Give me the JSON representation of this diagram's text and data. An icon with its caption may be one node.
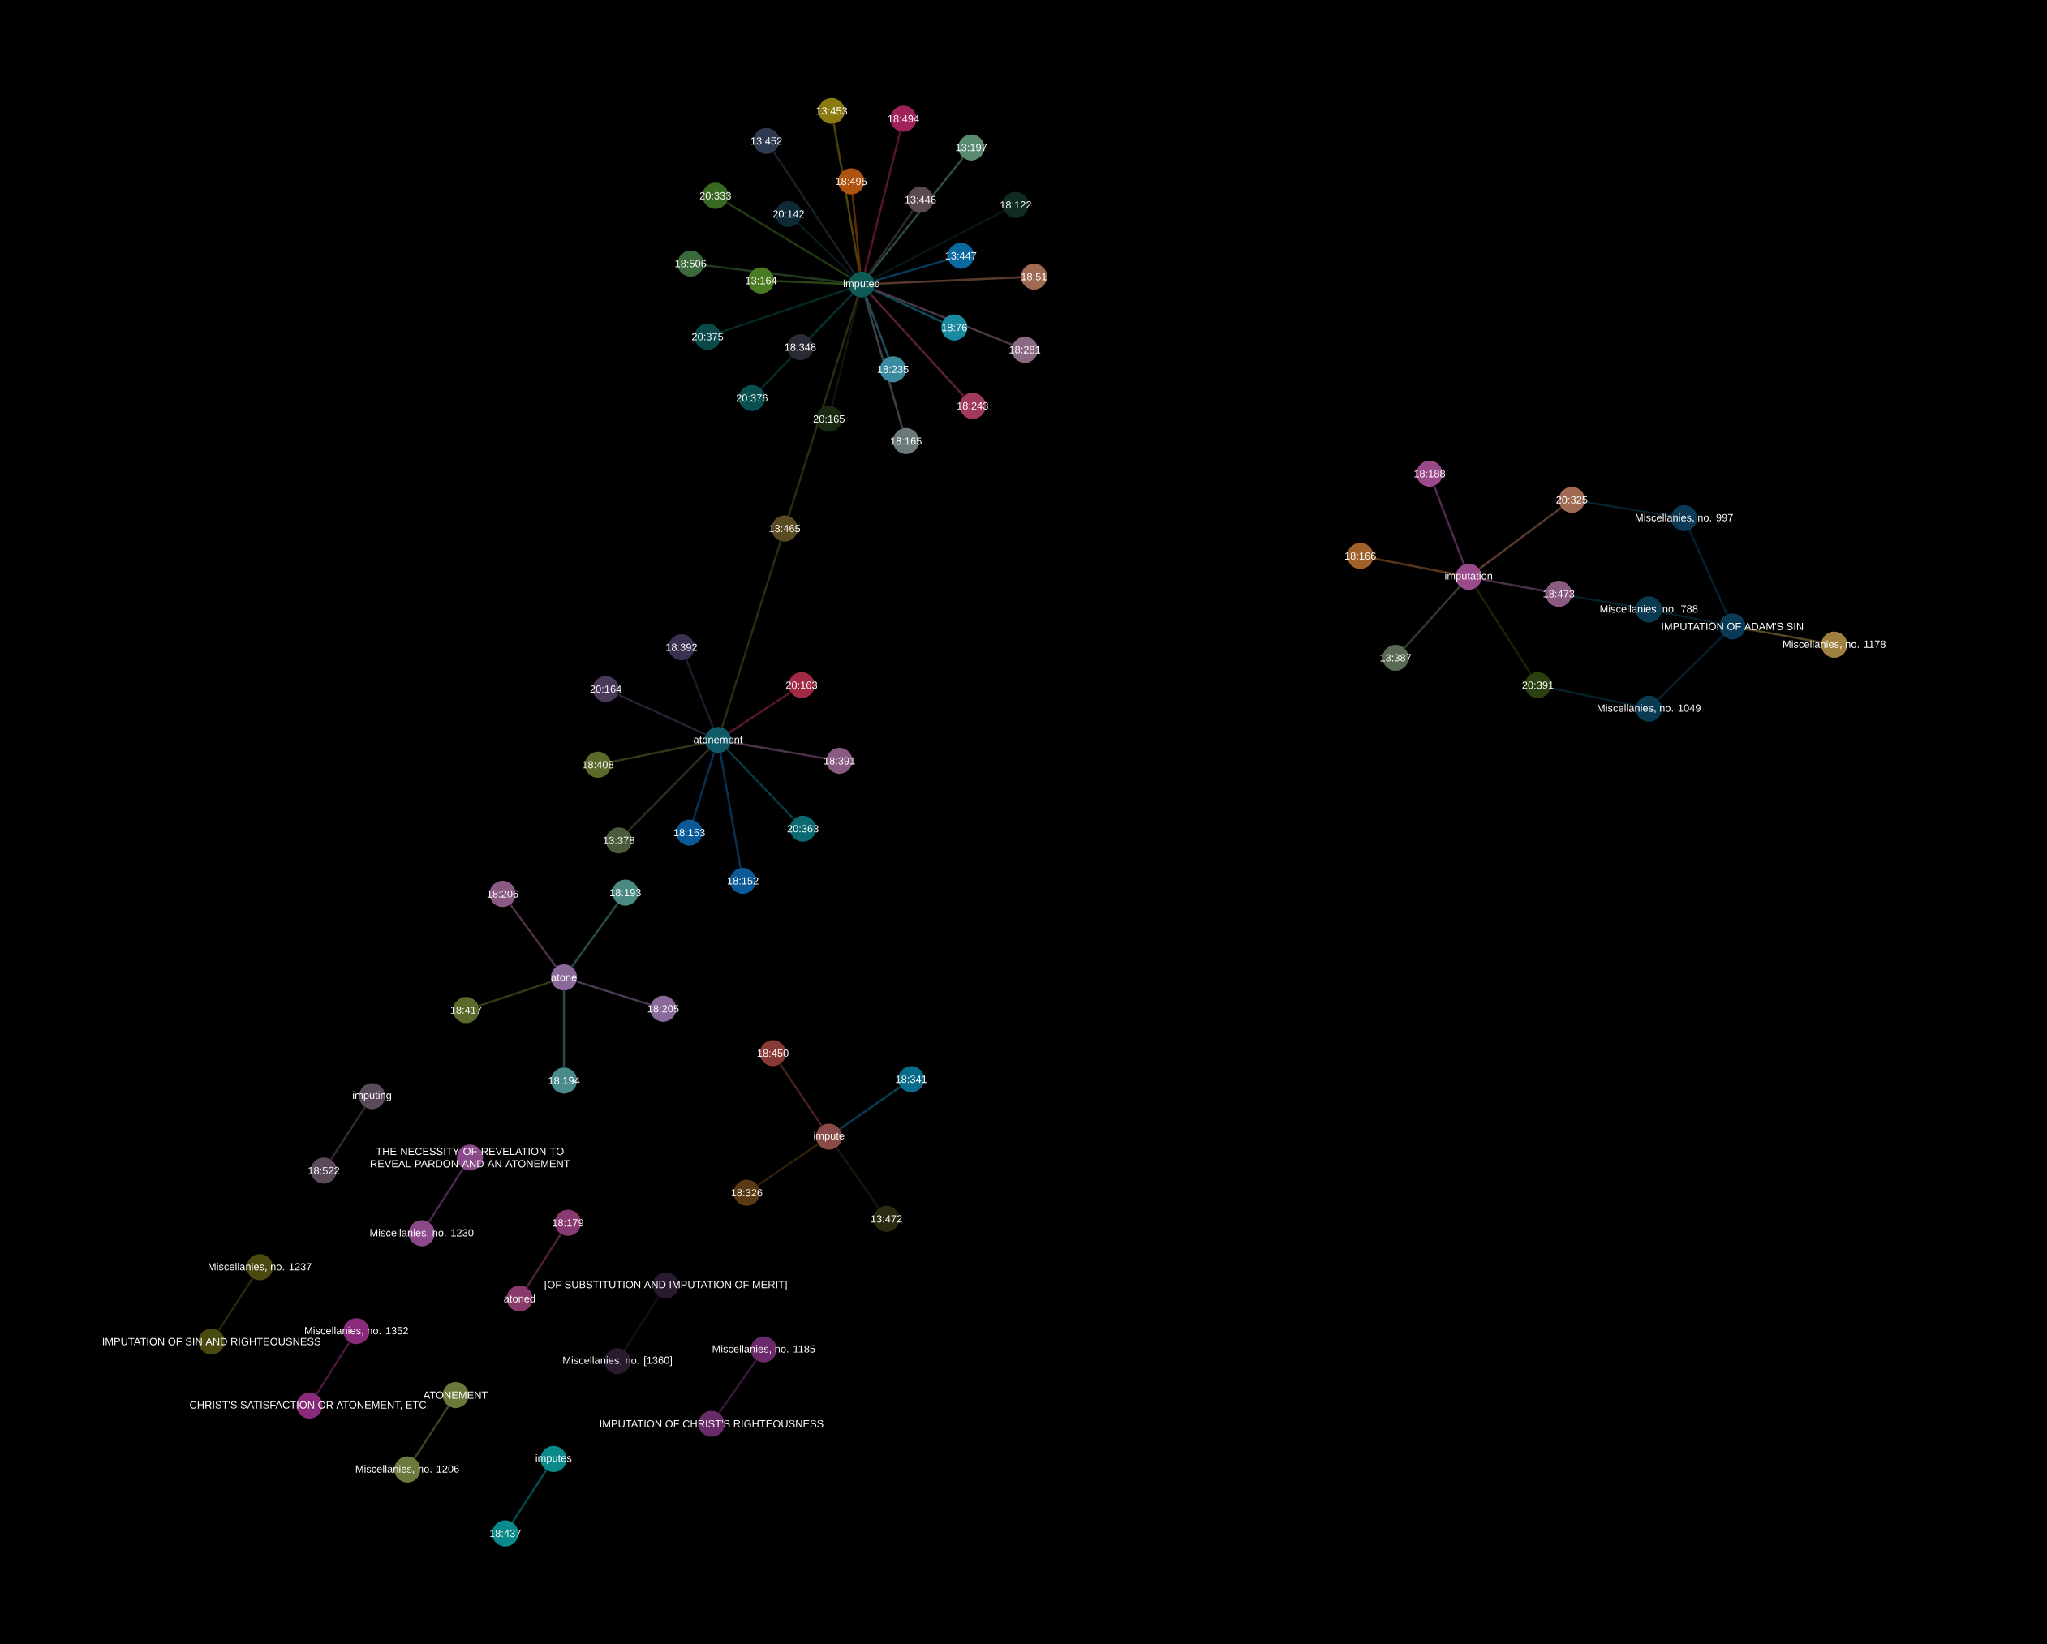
{
  "diagram": {
    "nodes": [
      {
        "text": [
          "imputed"
        ]
      },
      {
        "text": [
          "13:453"
        ]
      },
      {
        "text": [
          "18:494"
        ]
      },
      {
        "text": [
          "13:452"
        ]
      },
      {
        "text": [
          "13:197"
        ]
      },
      {
        "text": [
          "18:495"
        ]
      },
      {
        "text": [
          "20:333"
        ]
      },
      {
        "text": [
          "13:446"
        ]
      },
      {
        "text": [
          "20:142"
        ]
      },
      {
        "text": [
          "18:122"
        ]
      },
      {
        "text": [
          "18:506"
        ]
      },
      {
        "text": [
          "13:164"
        ]
      },
      {
        "text": [
          "13:447"
        ]
      },
      {
        "text": [
          "18:51"
        ]
      },
      {
        "text": [
          "20:375"
        ]
      },
      {
        "text": [
          "18:348"
        ]
      },
      {
        "text": [
          "18:76"
        ]
      },
      {
        "text": [
          "18:281"
        ]
      },
      {
        "text": [
          "18:235"
        ]
      },
      {
        "text": [
          "20:376"
        ]
      },
      {
        "text": [
          "18:243"
        ]
      },
      {
        "text": [
          "20:165"
        ]
      },
      {
        "text": [
          "18:165"
        ]
      },
      {
        "text": [
          "13:465"
        ]
      },
      {
        "text": [
          "atonement"
        ]
      },
      {
        "text": [
          "18:392"
        ]
      },
      {
        "text": [
          "20:164"
        ]
      },
      {
        "text": [
          "20:163"
        ]
      },
      {
        "text": [
          "18:408"
        ]
      },
      {
        "text": [
          "18:391"
        ]
      },
      {
        "text": [
          "13:378"
        ]
      },
      {
        "text": [
          "18:153"
        ]
      },
      {
        "text": [
          "20:363"
        ]
      },
      {
        "text": [
          "18:152"
        ]
      },
      {
        "text": [
          "18:206"
        ]
      },
      {
        "text": [
          "18:193"
        ]
      },
      {
        "text": [
          "atone"
        ]
      },
      {
        "text": [
          "18:417"
        ]
      },
      {
        "text": [
          "18:205"
        ]
      },
      {
        "text": [
          "18:194"
        ]
      },
      {
        "text": [
          "18:450"
        ]
      },
      {
        "text": [
          "18:341"
        ]
      },
      {
        "text": [
          "impute"
        ]
      },
      {
        "text": [
          "18:326"
        ]
      },
      {
        "text": [
          "13:472"
        ]
      },
      {
        "text": [
          "18:188"
        ]
      },
      {
        "text": [
          "20:325"
        ]
      },
      {
        "text": [
          "Miscellanies, no. 997"
        ]
      },
      {
        "text": [
          "18:166"
        ]
      },
      {
        "text": [
          "imputation"
        ]
      },
      {
        "text": [
          "18:473"
        ]
      },
      {
        "text": [
          "Miscellanies, no. 788"
        ]
      },
      {
        "text": [
          "IMPUTATION OF ADAM'S SIN"
        ]
      },
      {
        "text": [
          "Miscellanies, no. 1178"
        ]
      },
      {
        "text": [
          "13:387"
        ]
      },
      {
        "text": [
          "20:391"
        ]
      },
      {
        "text": [
          "Miscellanies, no. 1049"
        ]
      },
      {
        "text": [
          "imputing"
        ]
      },
      {
        "text": [
          "18:522"
        ]
      },
      {
        "text": [
          "THE NECESSITY OF REVELATION TO REVEAL PARDON AND AN ATONEMENT"
        ]
      },
      {
        "text": [
          "Miscellanies, no. 1230"
        ]
      },
      {
        "text": [
          "18:179"
        ]
      },
      {
        "text": [
          "atoned"
        ]
      },
      {
        "text": [
          "[OF SUBSTITUTION AND IMPUTATION OF MERIT]"
        ]
      },
      {
        "text": [
          "Miscellanies, no. [1360]"
        ]
      },
      {
        "text": [
          "Miscellanies, no. 1237"
        ]
      },
      {
        "text": [
          "IMPUTATION OF SIN AND RIGHTEOUSNESS"
        ]
      },
      {
        "text": [
          "Miscellanies, no. 1352"
        ]
      },
      {
        "text": [
          "Miscellanies, no. 1185"
        ]
      },
      {
        "text": [
          "CHRIST'S SATISFACTION OR ATONEMENT, ETC."
        ]
      },
      {
        "text": [
          "ATONEMENT"
        ]
      },
      {
        "text": [
          "IMPUTATION OF CHRIST'S RIGHTEOUSNESS"
        ]
      },
      {
        "text": [
          "Miscellanies, no. 1206"
        ]
      },
      {
        "text": [
          "imputes"
        ]
      },
      {
        "text": [
          "18:437"
        ]
      }
    ],
    "edges": [
      {
        "from": 0,
        "to": 1,
        "arrow": "none"
      },
      {
        "from": 0,
        "to": 2,
        "arrow": "none"
      },
      {
        "from": 0,
        "to": 3,
        "arrow": "none"
      },
      {
        "from": 0,
        "to": 4,
        "arrow": "none"
      },
      {
        "from": 0,
        "to": 5,
        "arrow": "none",
        "color": "#612d09"
      },
      {
        "from": 0,
        "to": 6,
        "arrow": "none"
      },
      {
        "from": 0,
        "to": 7,
        "arrow": "none"
      },
      {
        "from": 0,
        "to": 8,
        "arrow": "none"
      },
      {
        "from": 0,
        "to": 9,
        "arrow": "none"
      },
      {
        "from": 0,
        "to": 10,
        "arrow": "none"
      },
      {
        "from": 0,
        "to": 11,
        "arrow": "none"
      },
      {
        "from": 0,
        "to": 12,
        "arrow": "none"
      },
      {
        "from": 0,
        "to": 13,
        "arrow": "none"
      },
      {
        "from": 0,
        "to": 14,
        "arrow": "none"
      },
      {
        "from": 0,
        "to": 15,
        "arrow": "none"
      },
      {
        "from": 0,
        "to": 16,
        "arrow": "none"
      },
      {
        "from": 0,
        "to": 17,
        "arrow": "none"
      },
      {
        "from": 0,
        "to": 18,
        "arrow": "none"
      },
      {
        "from": 0,
        "to": 19,
        "arrow": "none"
      },
      {
        "from": 0,
        "to": 20,
        "arrow": "none"
      },
      {
        "from": 0,
        "to": 21,
        "arrow": "none"
      },
      {
        "from": 0,
        "to": 22,
        "arrow": "none"
      },
      {
        "from": 0,
        "to": 23,
        "arrow": "none"
      },
      {
        "from": 24,
        "to": 23,
        "arrow": "none"
      },
      {
        "from": 24,
        "to": 25,
        "arrow": "none"
      },
      {
        "from": 24,
        "to": 26,
        "arrow": "none"
      },
      {
        "from": 24,
        "to": 27,
        "arrow": "none"
      },
      {
        "from": 24,
        "to": 28,
        "arrow": "none"
      },
      {
        "from": 24,
        "to": 29,
        "arrow": "none"
      },
      {
        "from": 24,
        "to": 30,
        "arrow": "none"
      },
      {
        "from": 24,
        "to": 31,
        "arrow": "none"
      },
      {
        "from": 24,
        "to": 32,
        "arrow": "none"
      },
      {
        "from": 24,
        "to": 33,
        "arrow": "none"
      },
      {
        "from": 36,
        "to": 34,
        "arrow": "none"
      },
      {
        "from": 36,
        "to": 35,
        "arrow": "none"
      },
      {
        "from": 36,
        "to": 37,
        "arrow": "none"
      },
      {
        "from": 36,
        "to": 38,
        "arrow": "none"
      },
      {
        "from": 36,
        "to": 39,
        "arrow": "none"
      },
      {
        "from": 42,
        "to": 40,
        "arrow": "none"
      },
      {
        "from": 42,
        "to": 41,
        "arrow": "none"
      },
      {
        "from": 42,
        "to": 43,
        "arrow": "none"
      },
      {
        "from": 42,
        "to": 44,
        "arrow": "none"
      },
      {
        "from": 49,
        "to": 45,
        "arrow": "none"
      },
      {
        "from": 49,
        "to": 46,
        "arrow": "none"
      },
      {
        "from": 49,
        "to": 48,
        "arrow": "none"
      },
      {
        "from": 49,
        "to": 50,
        "arrow": "none"
      },
      {
        "from": 49,
        "to": 54,
        "arrow": "none"
      },
      {
        "from": 49,
        "to": 55,
        "arrow": "none"
      },
      {
        "from": 46,
        "to": 47,
        "arrow": "none"
      },
      {
        "from": 50,
        "to": 51,
        "arrow": "none"
      },
      {
        "from": 55,
        "to": 56,
        "arrow": "none"
      },
      {
        "from": 52,
        "to": 47,
        "arrow": "none"
      },
      {
        "from": 52,
        "to": 51,
        "arrow": "none"
      },
      {
        "from": 52,
        "to": 56,
        "arrow": "none"
      },
      {
        "from": 52,
        "to": 53,
        "arrow": "none"
      },
      {
        "from": 57,
        "to": 58,
        "arrow": "none"
      },
      {
        "from": 59,
        "to": 60,
        "arrow": "none"
      },
      {
        "from": 61,
        "to": 62,
        "arrow": "none"
      },
      {
        "from": 63,
        "to": 64,
        "arrow": "none"
      },
      {
        "from": 65,
        "to": 66,
        "arrow": "none"
      },
      {
        "from": 67,
        "to": 69,
        "arrow": "none"
      },
      {
        "from": 70,
        "to": 72,
        "arrow": "none"
      },
      {
        "from": 68,
        "to": 71,
        "arrow": "none"
      },
      {
        "from": 73,
        "to": 74,
        "arrow": "none"
      }
    ]
  }
}
